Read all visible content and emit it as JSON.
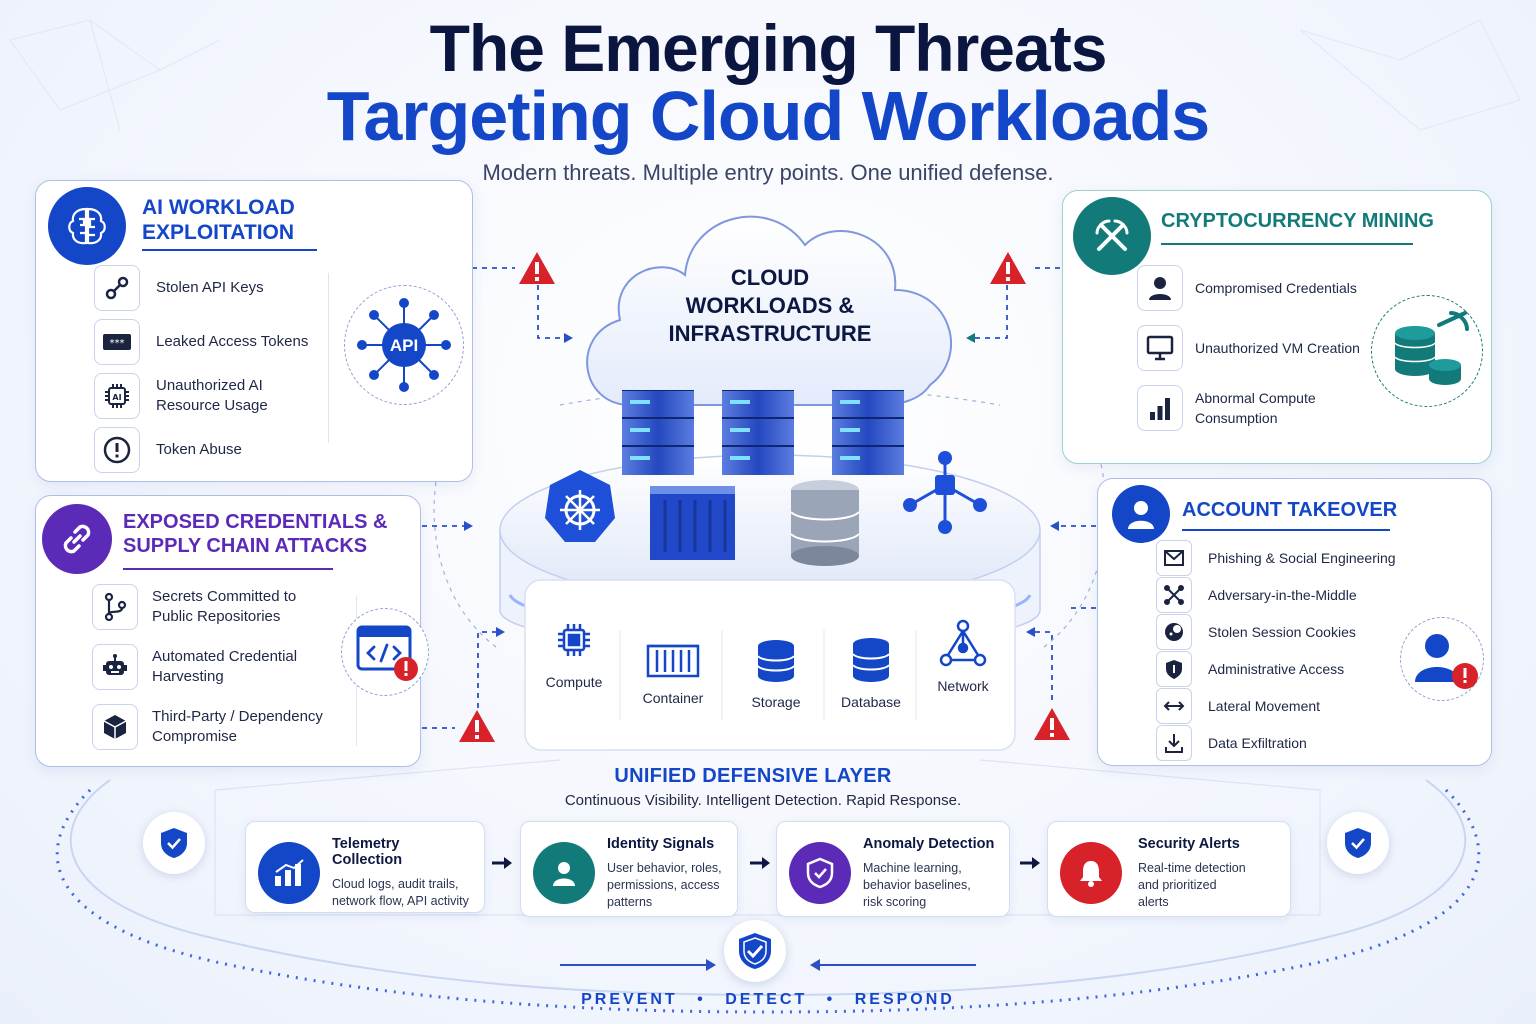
{
  "header": {
    "title_line1": "The Emerging Threats",
    "title_line2": "Targeting Cloud Workloads",
    "subtitle": "Modern threats. Multiple entry points. One unified defense."
  },
  "ai_panel": {
    "title_line1": "AI WORKLOAD",
    "title_line2": "EXPLOITATION",
    "color": "#1446c8",
    "items": [
      {
        "icon": "key-icon",
        "label": "Stolen API Keys"
      },
      {
        "icon": "token-icon",
        "label": "Leaked Access Tokens"
      },
      {
        "icon": "ai-chip-icon",
        "label_line1": "Unauthorized AI",
        "label_line2": "Resource Usage"
      },
      {
        "icon": "alert-circle-icon",
        "label": "Token Abuse"
      }
    ],
    "badge": "API"
  },
  "cred_panel": {
    "title_line1": "EXPOSED CREDENTIALS &",
    "title_line2": "SUPPLY CHAIN ATTACKS",
    "color": "#5b2bb8",
    "items": [
      {
        "icon": "git-branch-icon",
        "label_line1": "Secrets Committed to",
        "label_line2": "Public Repositories"
      },
      {
        "icon": "robot-icon",
        "label_line1": "Automated Credential",
        "label_line2": "Harvesting"
      },
      {
        "icon": "package-icon",
        "label_line1": "Third-Party / Dependency",
        "label_line2": "Compromise"
      }
    ]
  },
  "crypto_panel": {
    "title": "CRYPTOCURRENCY MINING",
    "color": "#137a7a",
    "items": [
      {
        "icon": "user-icon",
        "label": "Compromised Credentials"
      },
      {
        "icon": "monitor-icon",
        "label": "Unauthorized VM Creation"
      },
      {
        "icon": "bar-chart-icon",
        "label_line1": "Abnormal Compute",
        "label_line2": "Consumption"
      }
    ]
  },
  "takeover_panel": {
    "title": "ACCOUNT TAKEOVER",
    "color": "#1446c8",
    "items": [
      {
        "icon": "mail-icon",
        "label": "Phishing & Social Engineering"
      },
      {
        "icon": "cross-arrows-icon",
        "label": "Adversary-in-the-Middle"
      },
      {
        "icon": "cookie-icon",
        "label": "Stolen Session Cookies"
      },
      {
        "icon": "shield-icon",
        "label": "Administrative Access"
      },
      {
        "icon": "lateral-arrows-icon",
        "label": "Lateral Movement"
      },
      {
        "icon": "download-icon",
        "label": "Data Exfiltration"
      }
    ]
  },
  "cloud": {
    "line1": "CLOUD",
    "line2": "WORKLOADS &",
    "line3": "INFRASTRUCTURE",
    "services": [
      "Compute",
      "Container",
      "Storage",
      "Database",
      "Network"
    ]
  },
  "defense": {
    "title": "UNIFIED DEFENSIVE LAYER",
    "subtitle": "Continuous Visibility. Intelligent Detection. Rapid Response.",
    "steps": [
      {
        "icon": "chart-icon",
        "color": "#1446c8",
        "title": "Telemetry Collection",
        "desc": [
          "Cloud logs, audit trails,",
          "network flow, API activity"
        ]
      },
      {
        "icon": "person-icon",
        "color": "#137a7a",
        "title": "Identity Signals",
        "desc": [
          "User behavior, roles,",
          "permissions, access",
          "patterns"
        ]
      },
      {
        "icon": "shield-check-icon",
        "color": "#5b2bb8",
        "title": "Anomaly Detection",
        "desc": [
          "Machine learning,",
          "behavior baselines,",
          "risk scoring"
        ]
      },
      {
        "icon": "bell-icon",
        "color": "#d8222a",
        "title": "Security Alerts",
        "desc": [
          "Real-time detection",
          "and prioritized",
          "alerts"
        ]
      }
    ],
    "footer": [
      "PREVENT",
      "DETECT",
      "RESPOND"
    ]
  }
}
